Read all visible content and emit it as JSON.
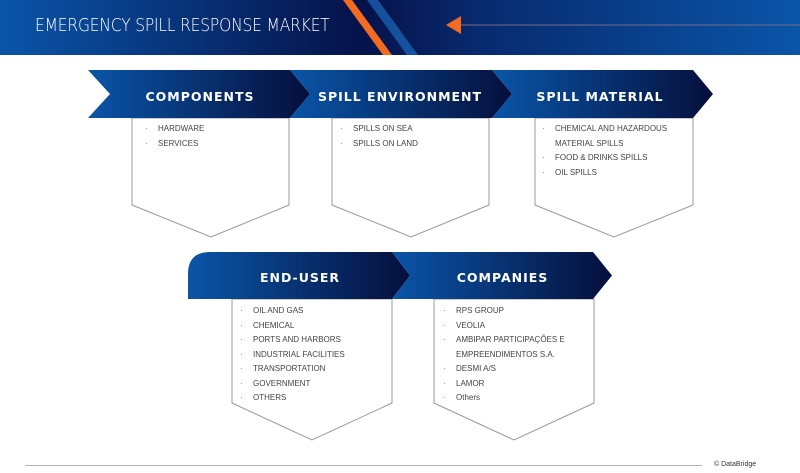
{
  "header": {
    "title": "EMERGENCY SPILL RESPONSE MARKET"
  },
  "segments": [
    {
      "label": "COMPONENTS",
      "items": [
        "HARDWARE",
        "SERVICES"
      ]
    },
    {
      "label": "SPILL ENVIRONMENT",
      "items": [
        "SPILLS ON SEA",
        "SPILLS ON LAND"
      ]
    },
    {
      "label": "SPILL MATERIAL",
      "items": [
        "CHEMICAL AND HAZARDOUS MATERIAL SPILLS",
        "FOOD & DRINKS SPILLS",
        "OIL SPILLS"
      ]
    },
    {
      "label": "END-USER",
      "items": [
        "OIL AND GAS",
        "CHEMICAL",
        "PORTS AND HARBORS",
        "INDUSTRIAL FACILITIES",
        "TRANSPORTATION",
        "GOVERNMENT",
        "OTHERS"
      ]
    },
    {
      "label": "COMPANIES",
      "items": [
        "RPS GROUP",
        "VEOLIA",
        "AMBIPAR PARTICIPAÇÕES E EMPREENDIMENTOS S.A.",
        "DESMI A/S",
        "LAMOR",
        "Others"
      ]
    }
  ],
  "footer": {
    "copyright": "© DataBridge"
  },
  "colors": {
    "blue": "#0a55a8",
    "navy": "#07123f",
    "orange": "#f26b21"
  }
}
